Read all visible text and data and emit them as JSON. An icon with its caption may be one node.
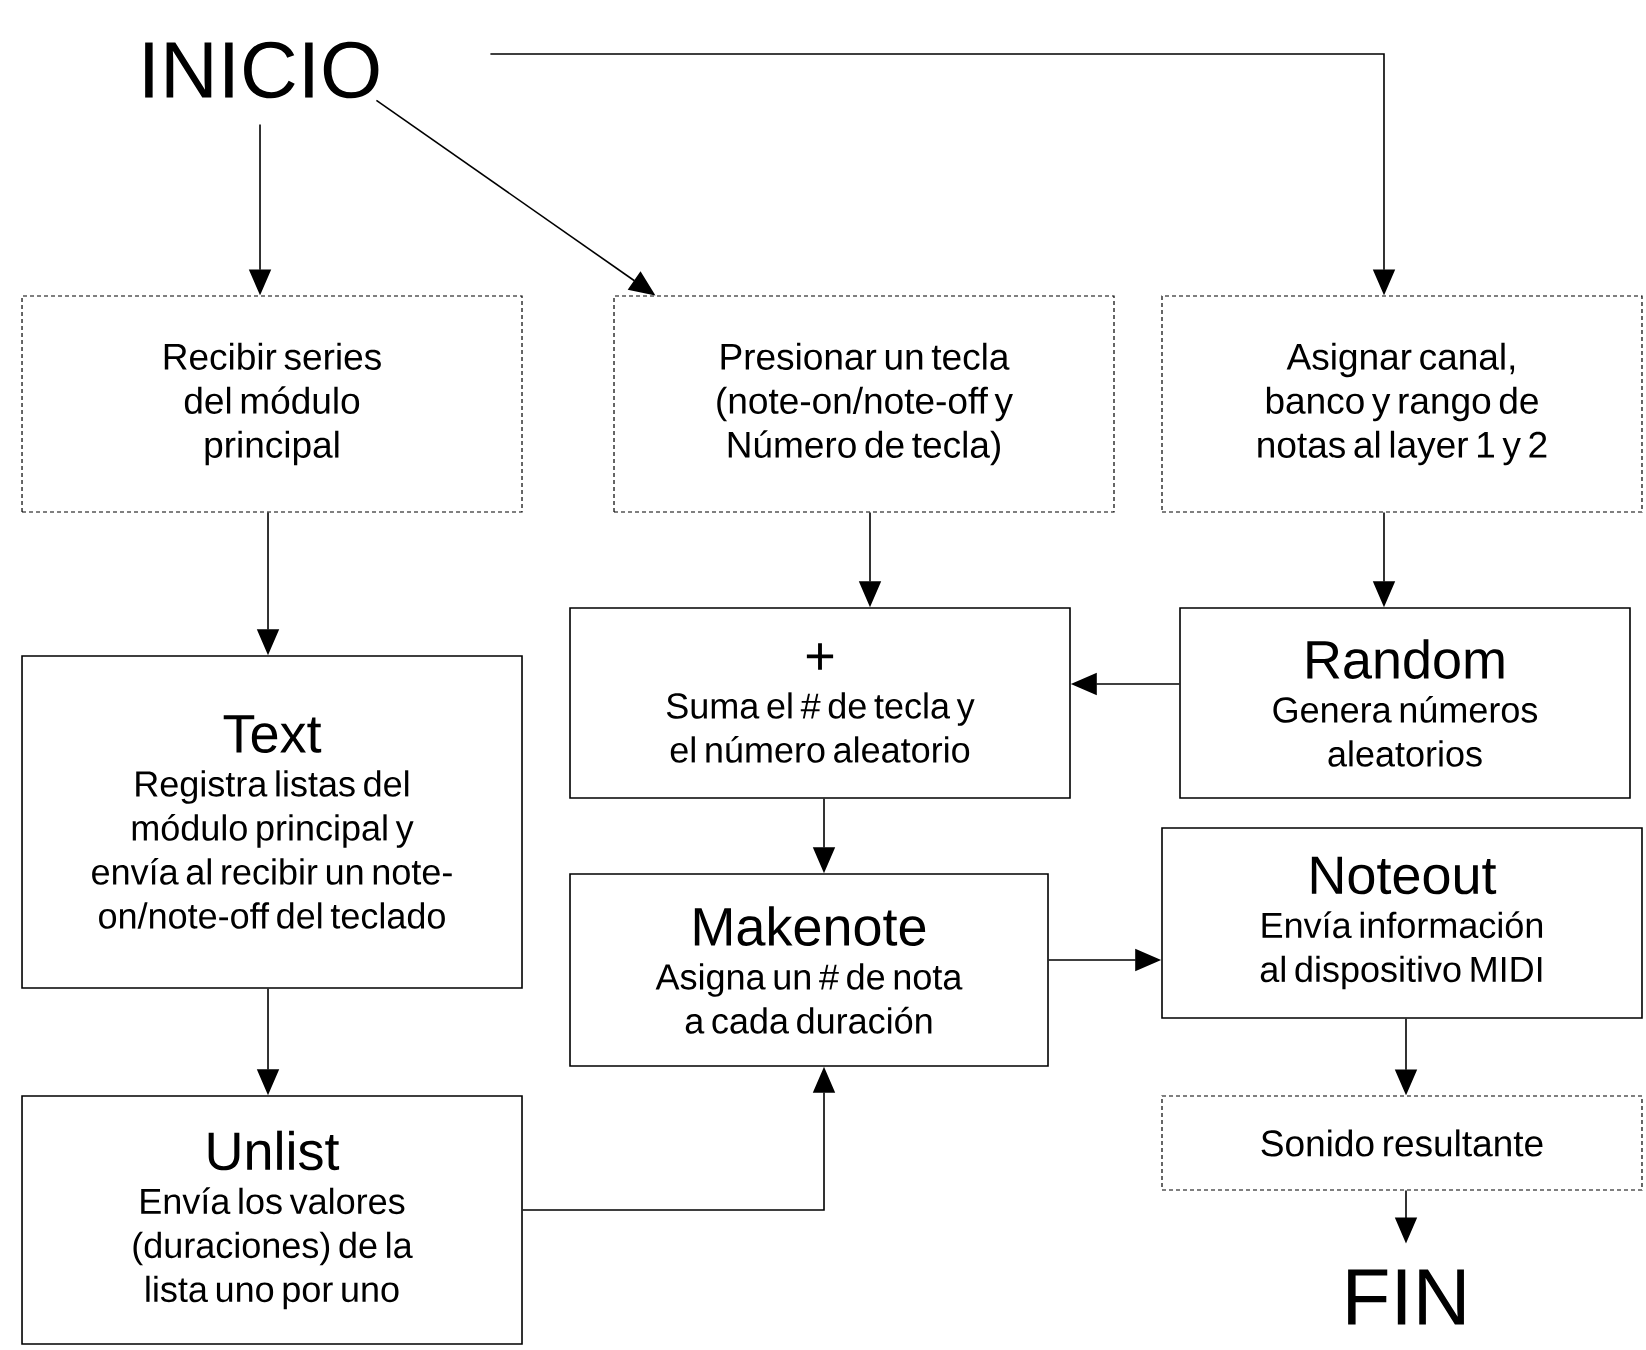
{
  "diagram": {
    "nodes": [
      {
        "text": [
          "INICIO"
        ]
      },
      {
        "text": [
          "Recibir series del módulo principal"
        ]
      },
      {
        "text": [
          "Presionar un tecla (note-on/note-off y Número de tecla)"
        ]
      },
      {
        "text": [
          "Asignar canal, banco y rango de notas al layer 1 y 2"
        ]
      },
      {
        "text": [
          "+",
          "Suma el # de tecla y el número aleatorio"
        ]
      },
      {
        "text": [
          "Random",
          "Genera números aleatorios"
        ]
      },
      {
        "text": [
          "Text",
          "Registra listas del módulo principal y envía al recibir un note-on/note-off del teclado"
        ]
      },
      {
        "text": [
          "Makenote",
          "Asigna un # de nota a cada duración"
        ]
      },
      {
        "text": [
          "Noteout",
          "Envía información al dispositivo MIDI"
        ]
      },
      {
        "text": [
          "Unlist",
          "Envía los valores (duraciones) de la lista uno por uno"
        ]
      },
      {
        "text": [
          "Sonido resultante"
        ]
      },
      {
        "text": [
          "FIN"
        ]
      }
    ],
    "edges": [
      {
        "from": 0,
        "to": 1,
        "arrow": "to"
      },
      {
        "from": 0,
        "to": 2,
        "arrow": "to"
      },
      {
        "from": 0,
        "to": 3,
        "arrow": "to"
      },
      {
        "from": 1,
        "to": 6,
        "arrow": "to"
      },
      {
        "from": 2,
        "to": 4,
        "arrow": "to"
      },
      {
        "from": 3,
        "to": 5,
        "arrow": "to"
      },
      {
        "from": 5,
        "to": 4,
        "arrow": "to"
      },
      {
        "from": 4,
        "to": 7,
        "arrow": "to"
      },
      {
        "from": 6,
        "to": 9,
        "arrow": "to"
      },
      {
        "from": 9,
        "to": 7,
        "arrow": "to"
      },
      {
        "from": 7,
        "to": 8,
        "arrow": "to"
      },
      {
        "from": 8,
        "to": 10,
        "arrow": "to"
      },
      {
        "from": 10,
        "to": 11,
        "arrow": "to"
      }
    ]
  }
}
